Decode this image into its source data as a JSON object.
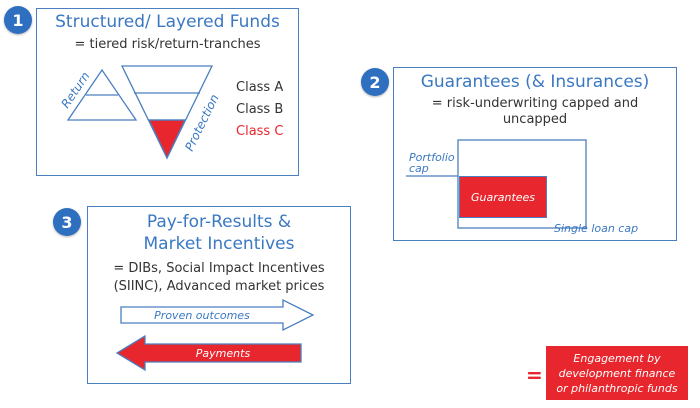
{
  "panel1": {
    "badge": "1",
    "title": "Structured/ Layered Funds",
    "subtitle": "= tiered risk/return-tranches",
    "return_label": "Return",
    "protection_label": "Protection",
    "classes": [
      "Class A",
      "Class B",
      "Class C"
    ]
  },
  "panel2": {
    "badge": "2",
    "title": "Guarantees (& Insurances)",
    "subtitle_line1": "= risk-underwriting capped and",
    "subtitle_line2": "uncapped",
    "portfolio_cap": "Portfolio cap",
    "guarantees": "Guarantees",
    "single_loan_cap": "Single loan cap"
  },
  "panel3": {
    "badge": "3",
    "title_line1": "Pay-for-Results &",
    "title_line2": "Market Incentives",
    "subtitle_line1": "= DIBs, Social Impact Incentives",
    "subtitle_line2": "(SIINC),  Advanced market prices",
    "proven_outcomes": "Proven outcomes",
    "payments": "Payments"
  },
  "legend": {
    "equals": "=",
    "text": "Engagement by development finance or philanthropic funds"
  },
  "colors": {
    "accent_blue": "#3a78c2",
    "badge_blue": "#2f6fc0",
    "red": "#e8262d"
  }
}
